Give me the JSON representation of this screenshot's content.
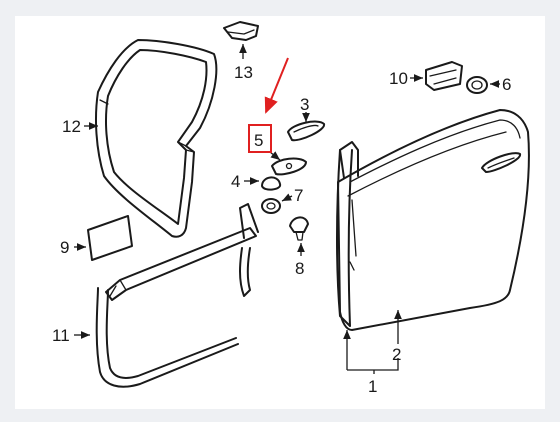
{
  "callouts": {
    "c1": "1",
    "c2": "2",
    "c3": "3",
    "c4": "4",
    "c5": "5",
    "c6": "6",
    "c7": "7",
    "c8": "8",
    "c9": "9",
    "c10": "10",
    "c11": "11",
    "c12": "12",
    "c13": "13"
  },
  "highlight": {
    "target": "5",
    "color": "#e02020"
  },
  "colors": {
    "line": "#1a1a1a",
    "background": "#ffffff",
    "outer": "#eef0f3"
  }
}
